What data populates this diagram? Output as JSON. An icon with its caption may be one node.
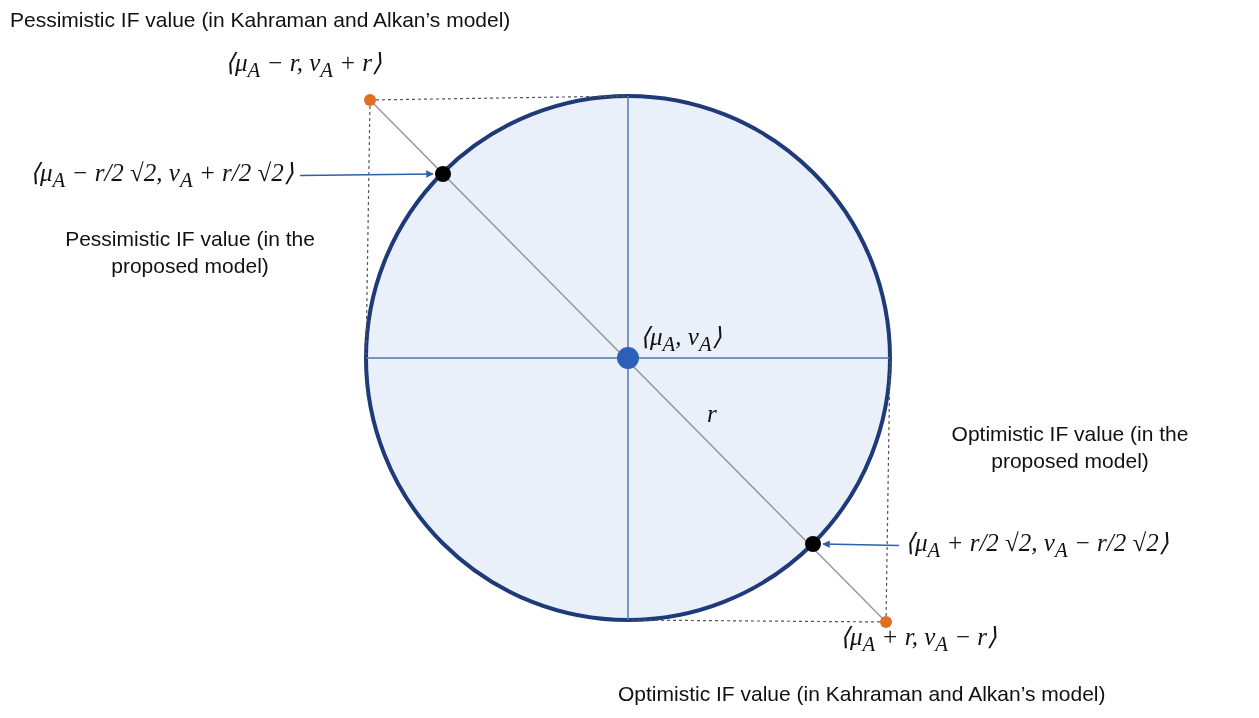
{
  "diagram": {
    "nodes": [
      {
        "text": [
          "⟨μ$_{A}$ − r/2 √2, ν$_{A}$ + r/2 √2⟩"
        ],
        "beside": [
          "Pessimistic IF value (in the proposed model)"
        ]
      },
      {
        "text": [],
        "shape": "circle"
      },
      {
        "text": [
          "⟨μ$_{A}$ + r/2 √2, ν$_{A}$ − r/2 √2⟩"
        ],
        "beside": [
          "Optimistic IF value (in the proposed model)"
        ]
      },
      {
        "text": [],
        "shape": "circle"
      }
    ],
    "edges": [
      {
        "from": 0,
        "to": 1,
        "arrow": "to"
      },
      {
        "from": 2,
        "to": 3,
        "arrow": "to"
      }
    ],
    "labels": [
      "Pessimistic IF value (in Kahraman and Alkan’s model)",
      "⟨μ$_{A}$ − r, ν$_{A}$ + r⟩",
      "⟨μ$_{A}$, ν$_{A}$⟩",
      "r",
      "⟨μ$_{A}$ + r, ν$_{A}$ − r⟩",
      "Optimistic IF value (in Kahraman and Alkan’s model)"
    ]
  }
}
